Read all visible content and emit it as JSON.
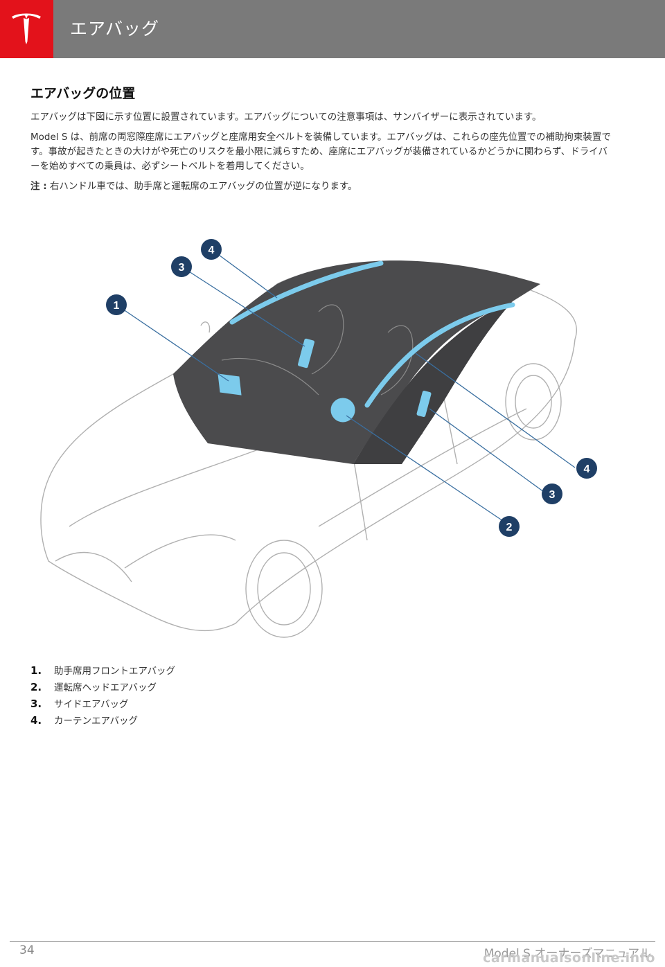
{
  "header": {
    "title": "エアバッグ",
    "logo_icon": "tesla-logo-icon"
  },
  "section": {
    "title": "エアバッグの位置",
    "paragraphs": [
      "エアバッグは下図に示す位置に設置されています。エアバッグについての注意事項は、サンバイザーに表示されています。",
      "Model S は、前席の両窓際座席にエアバッグと座席用安全ベルトを装備しています。エアバッグは、これらの座先位置での補助拘束装置です。事故が起きたときの大けがや死亡のリスクを最小限に減らすため、座席にエアバッグが装備されているかどうかに関わらず、ドライバーを始めすべての乗員は、必ずシートベルトを着用してください。"
    ],
    "note_label": "注 :",
    "note_text": "右ハンドル車では、助手席と運転席のエアバッグの位置が逆になります。"
  },
  "figure": {
    "callouts": [
      "1",
      "2",
      "3",
      "4",
      "3",
      "4"
    ]
  },
  "list": [
    {
      "num": "1.",
      "text": "助手席用フロントエアバッグ"
    },
    {
      "num": "2.",
      "text": "運転席ヘッドエアバッグ"
    },
    {
      "num": "3.",
      "text": "サイドエアバッグ"
    },
    {
      "num": "4.",
      "text": "カーテンエアバッグ"
    }
  ],
  "footer": {
    "page_number": "34",
    "title": "Model S オーナーズマニュアル",
    "watermark": "carmanualsonline.info"
  },
  "colors": {
    "header_bg": "#7a7a7a",
    "logo_bg": "#e3121b",
    "airbag_blue": "#7ccbec",
    "callout_bg": "#1f3f66"
  }
}
